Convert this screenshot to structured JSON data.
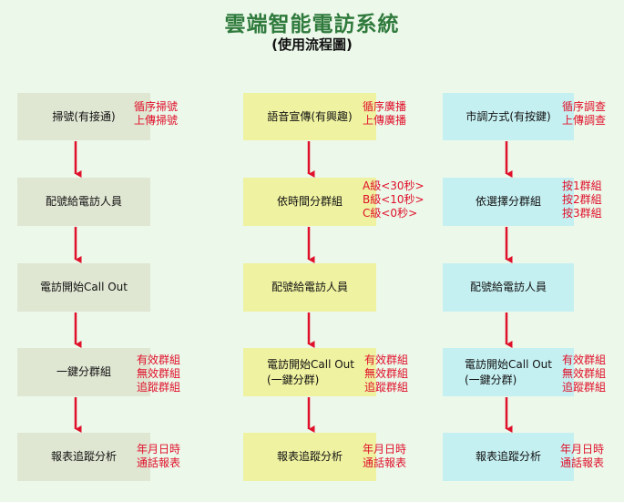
{
  "title": "雲端智能電訪系統",
  "subtitle": "(使用流程圖)",
  "columns": [
    {
      "boxes": [
        "掃號(有接通)",
        "配號給電訪人員",
        "電訪開始Call Out",
        "一鍵分群組",
        "報表追蹤分析"
      ],
      "notes": [
        [
          "循序掃號",
          "上傳掃號"
        ],
        [],
        [],
        [
          "有效群組",
          "無效群組",
          "追蹤群組"
        ],
        [
          "年月日時",
          "通話報表"
        ]
      ]
    },
    {
      "boxes": [
        "語音宣傳(有興趣)",
        "依時間分群組",
        "配號給電訪人員",
        "電訪開始Call Out\n(一鍵分群)",
        "報表追蹤分析"
      ],
      "notes": [
        [
          "循序廣播",
          "上傳廣播"
        ],
        [
          "A級<30秒>",
          "B級<10秒>",
          "C級<0秒>"
        ],
        [],
        [
          "有效群組",
          "無效群組",
          "追蹤群組"
        ],
        [
          "年月日時",
          "通話報表"
        ]
      ]
    },
    {
      "boxes": [
        "市調方式(有按鍵)",
        "依選擇分群組",
        "配號給電訪人員",
        "電訪開始Call Out\n(一鍵分群)",
        "報表追蹤分析"
      ],
      "notes": [
        [
          "循序調查",
          "上傳調查"
        ],
        [
          "按1群組",
          "按2群組",
          "按3群組"
        ],
        [],
        [
          "有效群組",
          "無效群組",
          "追蹤群組"
        ],
        [
          "年月日時",
          "通話報表"
        ]
      ]
    }
  ],
  "colors": {
    "background": "#ecf8ea",
    "title": "#2f7a3c",
    "note_text": "#e0102a",
    "arrow": "#e0102a",
    "col1_box": "#dfe6d2",
    "col2_box": "#eff2a0",
    "col3_box": "#c5f0f2"
  }
}
